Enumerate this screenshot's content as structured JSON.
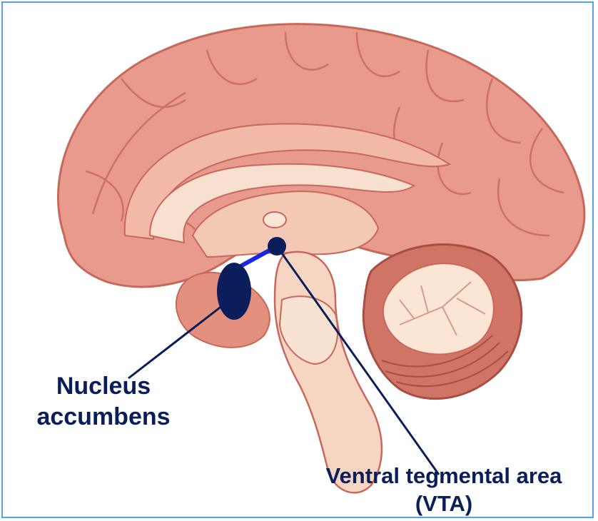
{
  "diagram": {
    "labels": {
      "nucleus_accumbens": [
        "Nucleus",
        "accumbens"
      ],
      "vta": [
        "Ventral tegmental area",
        "(VTA)"
      ]
    },
    "colors": {
      "background": "#ffffff",
      "frame": "#5aa0e6",
      "cortex": "#e89a8c",
      "cortex_dark": "#c8685c",
      "inner": "#f8d8c4",
      "cerebellum": "#d07466",
      "marker": "#0b1e5b",
      "pathway": "#1a26e0",
      "text": "#0b1e5b"
    }
  }
}
